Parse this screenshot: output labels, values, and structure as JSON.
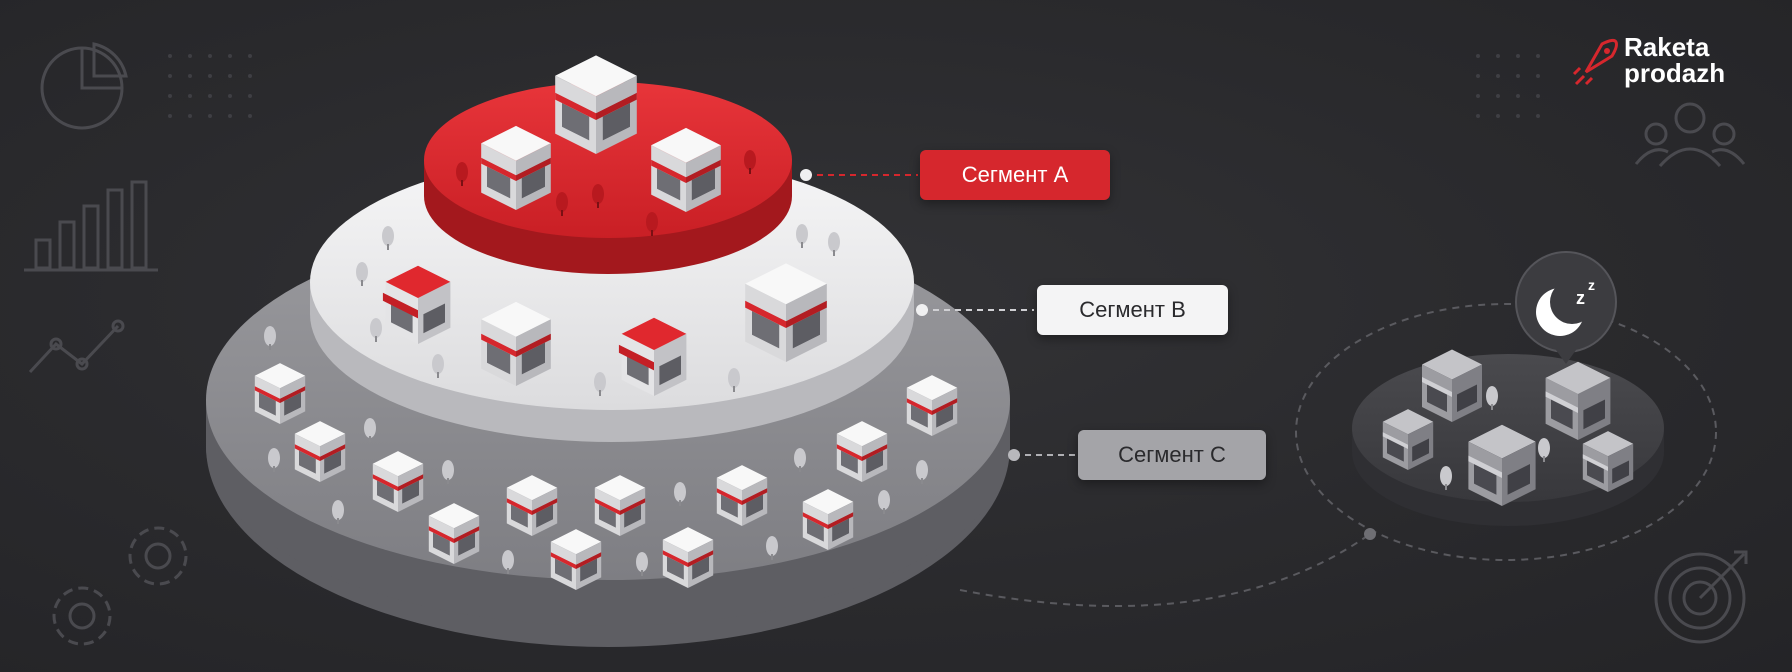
{
  "brand": {
    "name_line1": "Raketa",
    "name_line2": "prodazh",
    "accent_color": "#d6272d",
    "icon": "rocket-icon"
  },
  "segments": [
    {
      "label": "Сегмент А",
      "color": "#d6272d",
      "text_color": "#ffffff"
    },
    {
      "label": "Сегмент В",
      "color": "#f4f4f5",
      "text_color": "#2a2a2d"
    },
    {
      "label": "Сегмент С",
      "color": "#a4a4a8",
      "text_color": "#2a2a2d"
    }
  ],
  "inactive_group": {
    "icon": "sleep-moon-icon",
    "glyph": "zZ"
  },
  "background_icons": [
    "pie-chart-icon",
    "bar-chart-icon",
    "line-chart-icon",
    "gear-icon",
    "users-icon",
    "target-icon"
  ]
}
